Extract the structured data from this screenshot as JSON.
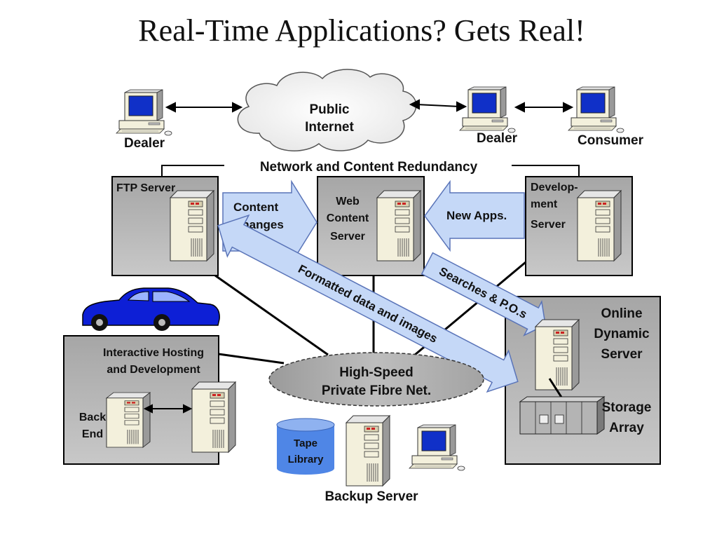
{
  "title": "Real-Time Applications? Gets Real!",
  "internet": {
    "line1": "Public",
    "line2": "Internet"
  },
  "clients": {
    "dealer_left": "Dealer",
    "dealer_right": "Dealer",
    "consumer": "Consumer"
  },
  "redundancy_label": "Network and Content Redundancy",
  "ftp_server": "FTP Server",
  "content_changes": {
    "line1": "Content",
    "line2": "Changes"
  },
  "web_server": {
    "line1": "Web",
    "line2": "Content",
    "line3": "Server"
  },
  "new_apps": "New Apps.",
  "dev_server": {
    "line1": "Develop-",
    "line2": "ment",
    "line3": "Server"
  },
  "formatted_data": "Formatted data and images",
  "searches": "Searches & P.O.s",
  "hosting": {
    "line1": "Interactive Hosting",
    "line2": "and Development"
  },
  "back_end": {
    "line1": "Back",
    "line2": "End"
  },
  "fibre_net": {
    "line1": "High-Speed",
    "line2": "Private Fibre Net."
  },
  "online_server": {
    "line1": "Online",
    "line2": "Dynamic",
    "line3": "Server"
  },
  "storage": {
    "line1": "Storage",
    "line2": "Array"
  },
  "tape": {
    "line1": "Tape",
    "line2": "Library"
  },
  "backup_server": "Backup Server",
  "colors": {
    "panel": "#b9b9b9",
    "arrow_fill": "#c5d8f7",
    "arrow_stroke": "#5a74b8",
    "tape": "#4f86e6",
    "car": "#0d1fd6",
    "screen": "#1030c8"
  }
}
